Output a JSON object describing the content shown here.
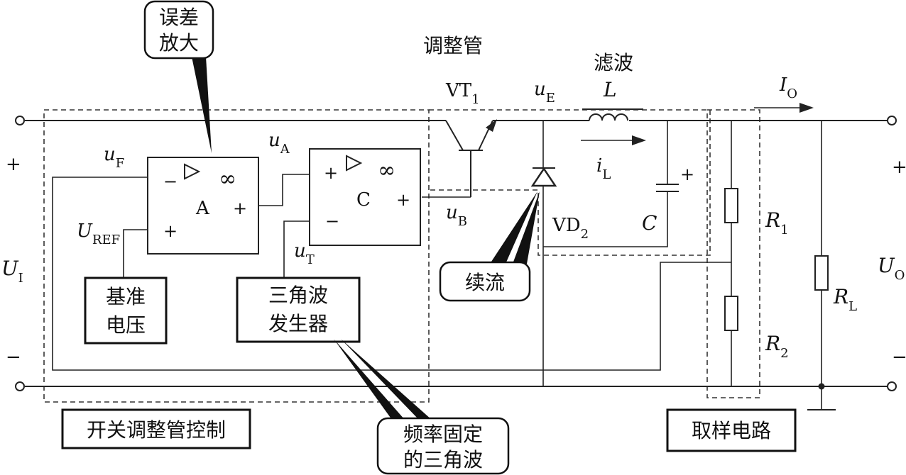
{
  "labels": {
    "error_amp": [
      "误差",
      "放大"
    ],
    "pass_tube": "调整管",
    "filter": "滤波",
    "vt1": "VT",
    "vt1_sub": "1",
    "ue": "u",
    "ue_sub": "E",
    "inductor": "L",
    "io": "I",
    "io_sub": "O",
    "il": "i",
    "il_sub": "L",
    "uf": "u",
    "uf_sub": "F",
    "ua": "u",
    "ua_sub": "A",
    "ub": "u",
    "ub_sub": "B",
    "ut": "u",
    "ut_sub": "T",
    "uref": "U",
    "uref_sub": "REF",
    "ui": "U",
    "ui_sub": "I",
    "uo": "U",
    "uo_sub": "O",
    "vd2": "VD",
    "vd2_sub": "2",
    "cap": "C",
    "r1": "R",
    "r1_sub": "1",
    "r2": "R",
    "r2_sub": "2",
    "rl": "R",
    "rl_sub": "L",
    "amp_a": "A",
    "amp_c": "C",
    "infinity": "∞",
    "plus": "+",
    "minus": "−",
    "reference": [
      "基准",
      "电压"
    ],
    "triangle_gen": [
      "三角波",
      "发生器"
    ],
    "freewheel": "续流",
    "fixed_triangle": [
      "频率固定",
      "的三角波"
    ],
    "switch_control": "开关调整管控制",
    "sampling": "取样电路"
  }
}
